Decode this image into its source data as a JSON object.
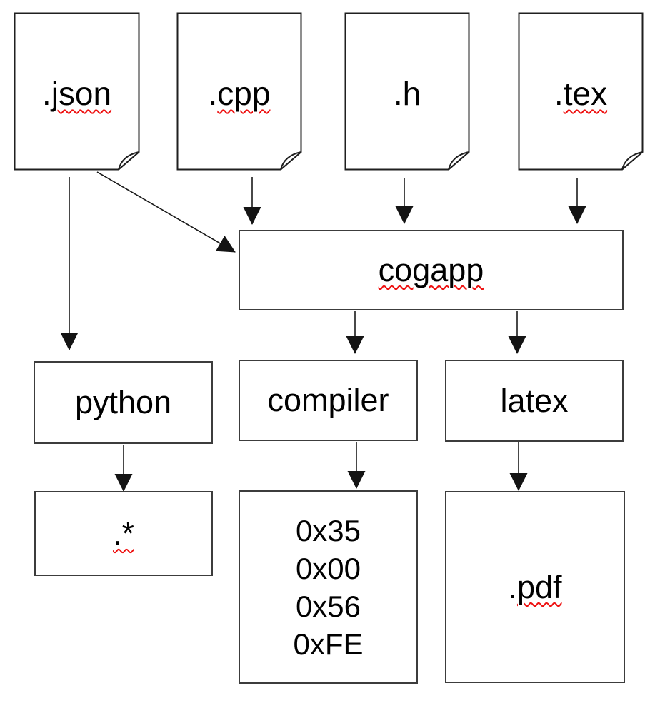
{
  "diagram": {
    "colors": {
      "background": "#ffffff",
      "box_border": "#3c3c3c",
      "document_outline": "#1f1f1f",
      "connector": "#1a1a1a",
      "text": "#000000",
      "spellcheck_squiggle": "#ee1111"
    },
    "nodes": {
      "json": {
        "pre": ".",
        "word": "json",
        "shape": "document"
      },
      "cpp": {
        "pre": ".",
        "word": "cpp",
        "shape": "document"
      },
      "h": {
        "pre": ".",
        "word": "h",
        "shape": "document"
      },
      "tex": {
        "pre": ".",
        "word": "tex",
        "shape": "document"
      },
      "cogapp": {
        "word": "cogapp",
        "shape": "rectangle"
      },
      "python": {
        "word": "python",
        "shape": "rectangle"
      },
      "compiler": {
        "word": "compiler",
        "shape": "rectangle"
      },
      "latex": {
        "word": "latex",
        "shape": "rectangle"
      },
      "star": {
        "word": ".*",
        "shape": "rectangle"
      },
      "hex": {
        "lines": [
          "0x35",
          "0x00",
          "0x56",
          "0xFE"
        ],
        "shape": "rectangle"
      },
      "pdf": {
        "pre": ".",
        "word": "pdf",
        "shape": "rectangle"
      }
    },
    "edges": [
      {
        "from": ".json",
        "to": "python"
      },
      {
        "from": ".json",
        "to": "cogapp"
      },
      {
        "from": ".cpp",
        "to": "cogapp"
      },
      {
        "from": ".h",
        "to": "cogapp"
      },
      {
        "from": ".tex",
        "to": "cogapp"
      },
      {
        "from": "cogapp",
        "to": "compiler"
      },
      {
        "from": "cogapp",
        "to": "latex"
      },
      {
        "from": "python",
        "to": ".*"
      },
      {
        "from": "compiler",
        "to": "0x35 0x00 0x56 0xFE"
      },
      {
        "from": "latex",
        "to": ".pdf"
      }
    ]
  }
}
